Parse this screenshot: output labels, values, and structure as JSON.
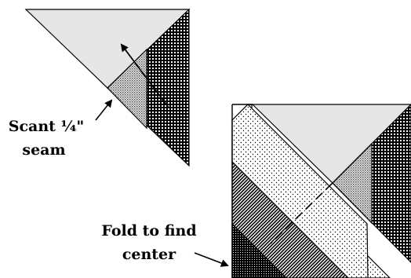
{
  "labels": {
    "seam_line1": "Scant ¼\"",
    "seam_line2": "seam",
    "fold_line1": "Fold to find",
    "fold_line2": "center"
  },
  "colors": {
    "light_triangle": "#e6e6e6",
    "outline": "#000000",
    "background": "#ffffff"
  },
  "fabrics": [
    "light-gray",
    "small-check",
    "dark-check",
    "dots",
    "diagonal-stripe",
    "dark-crosshatch"
  ]
}
